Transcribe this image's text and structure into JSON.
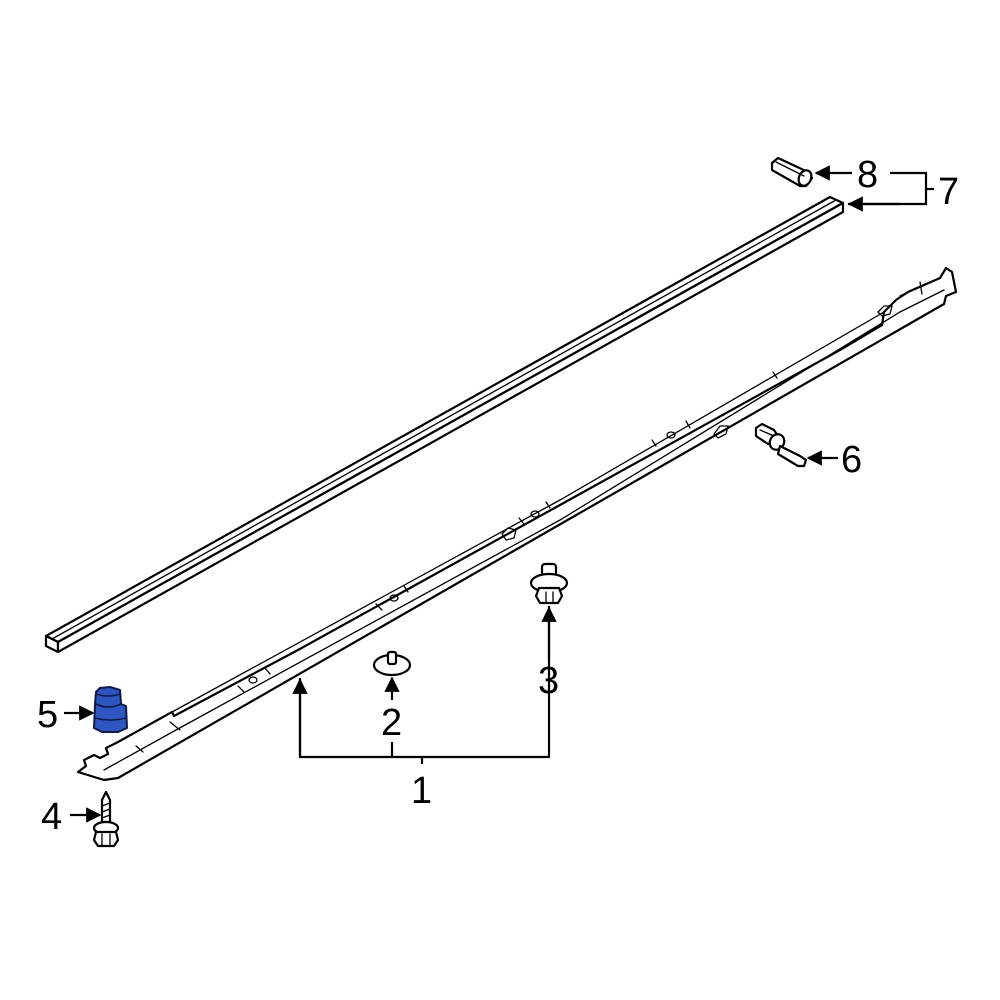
{
  "diagram": {
    "type": "exploded-parts-diagram",
    "subject": "rocker panel / side sill moulding assembly",
    "highlight_color": "#2f56c0",
    "line_color": "#000000",
    "background": "#ffffff",
    "highlighted_part": "5"
  },
  "callouts": [
    {
      "id": "1",
      "label": "1",
      "points_to": [
        "rocker-panel-moulding",
        "clip-2",
        "clip-3"
      ]
    },
    {
      "id": "2",
      "label": "2",
      "points_to": [
        "round-clip"
      ]
    },
    {
      "id": "3",
      "label": "3",
      "points_to": [
        "flange-nut-clip"
      ]
    },
    {
      "id": "4",
      "label": "4",
      "points_to": [
        "screw"
      ]
    },
    {
      "id": "5",
      "label": "5",
      "points_to": [
        "bumper-stopper"
      ]
    },
    {
      "id": "6",
      "label": "6",
      "points_to": [
        "push-pin-clip"
      ]
    },
    {
      "id": "7",
      "label": "7",
      "points_to": [
        "weatherstrip-strip",
        "end-cap"
      ]
    },
    {
      "id": "8",
      "label": "8",
      "points_to": [
        "end-cap"
      ]
    }
  ]
}
